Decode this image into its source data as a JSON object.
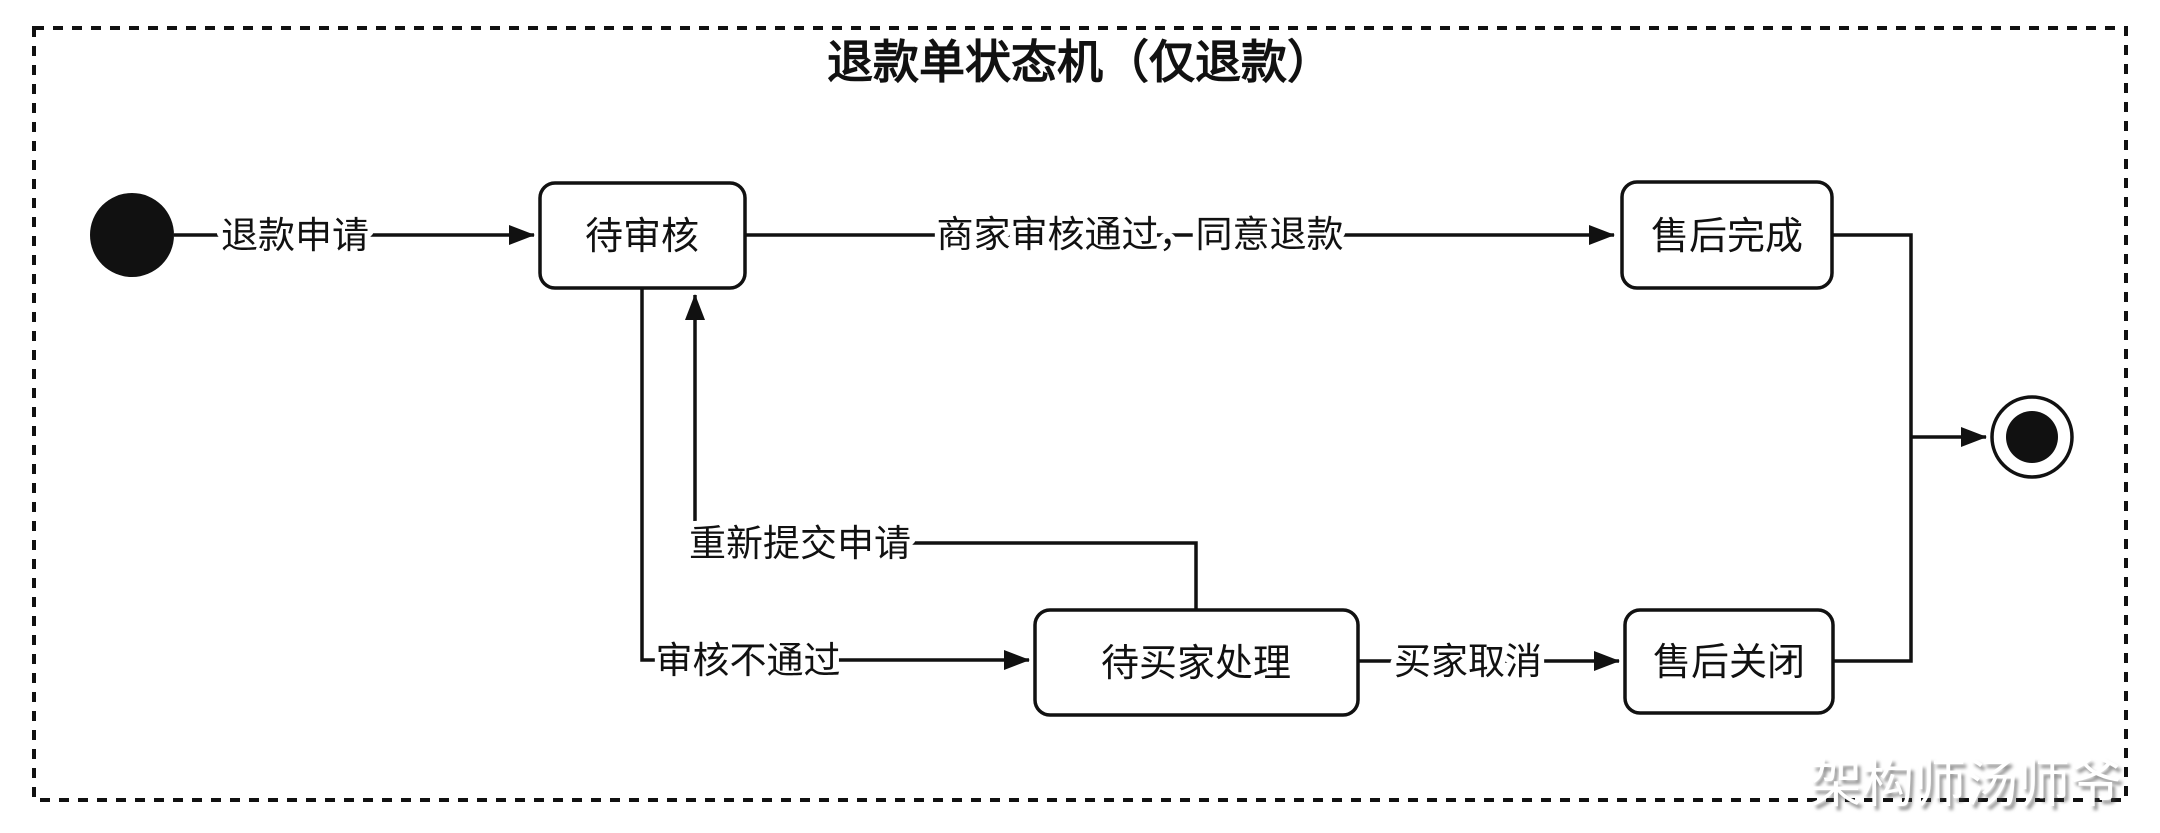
{
  "diagram": {
    "type": "uml-state-machine",
    "title": "退款单状态机（仅退款）",
    "watermark": "架构师汤师爷",
    "colors": {
      "stroke": "#111111",
      "background": "#ffffff",
      "border_style": "dashed"
    },
    "states": [
      {
        "id": "initial",
        "label": "",
        "type": "initial-pseudostate"
      },
      {
        "id": "pending-review",
        "label": "待审核",
        "type": "state"
      },
      {
        "id": "aftersales-complete",
        "label": "售后完成",
        "type": "state"
      },
      {
        "id": "pending-buyer",
        "label": "待买家处理",
        "type": "state"
      },
      {
        "id": "aftersales-closed",
        "label": "售后关闭",
        "type": "state"
      },
      {
        "id": "final",
        "label": "",
        "type": "final-state"
      }
    ],
    "transitions": [
      {
        "from": "initial",
        "to": "pending-review",
        "label": "退款申请"
      },
      {
        "from": "pending-review",
        "to": "aftersales-complete",
        "label": "商家审核通过，同意退款"
      },
      {
        "from": "pending-review",
        "to": "pending-buyer",
        "label": "审核不通过"
      },
      {
        "from": "pending-buyer",
        "to": "pending-review",
        "label": "重新提交申请"
      },
      {
        "from": "pending-buyer",
        "to": "aftersales-closed",
        "label": "买家取消"
      },
      {
        "from": "aftersales-complete",
        "to": "final",
        "label": ""
      },
      {
        "from": "aftersales-closed",
        "to": "final",
        "label": ""
      }
    ]
  }
}
